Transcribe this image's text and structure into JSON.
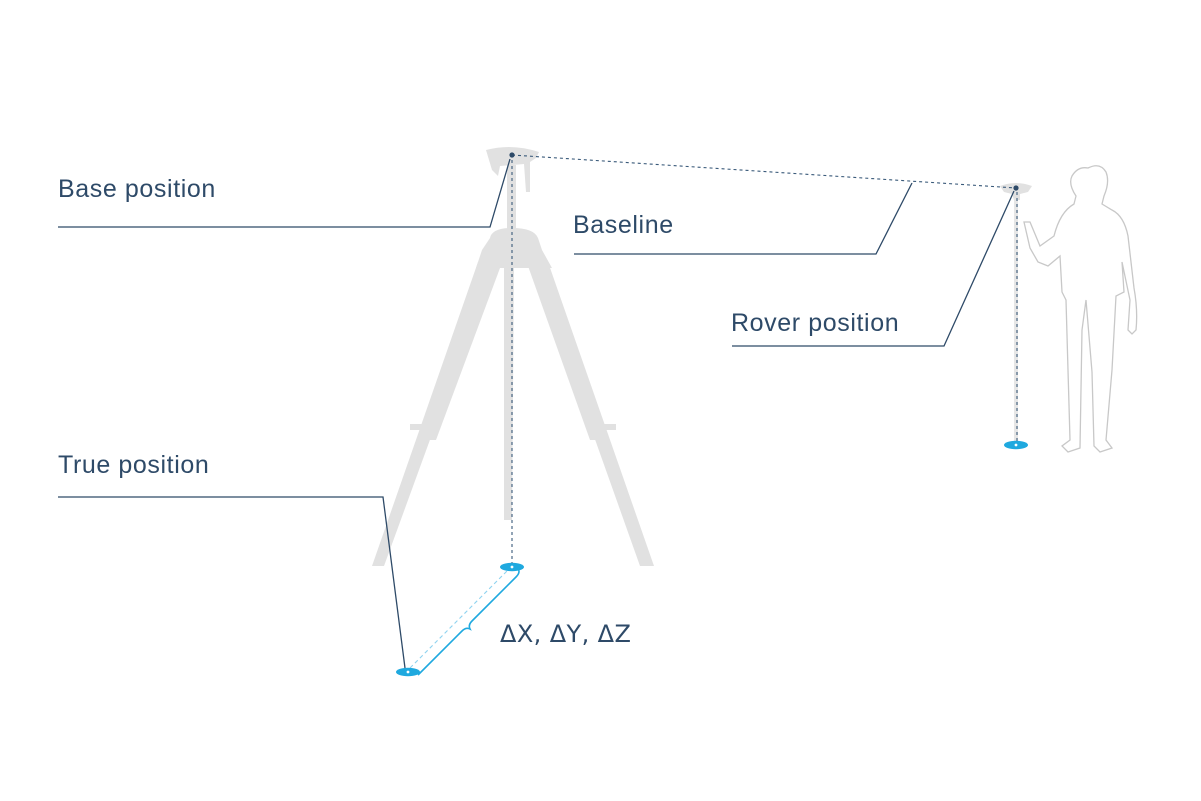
{
  "labels": {
    "base_position": "Base position",
    "baseline": "Baseline",
    "rover_position": "Rover position",
    "true_position": "True position",
    "delta": "ΔX, ΔY, ΔZ"
  },
  "colors": {
    "label_text": "#2e4a68",
    "leader_line": "#2e4a68",
    "tripod_fill": "#e1e1e1",
    "person_outline": "#c8c8c8",
    "marker_cyan": "#1fa9df",
    "dashed_line": "#3a5a7a"
  }
}
